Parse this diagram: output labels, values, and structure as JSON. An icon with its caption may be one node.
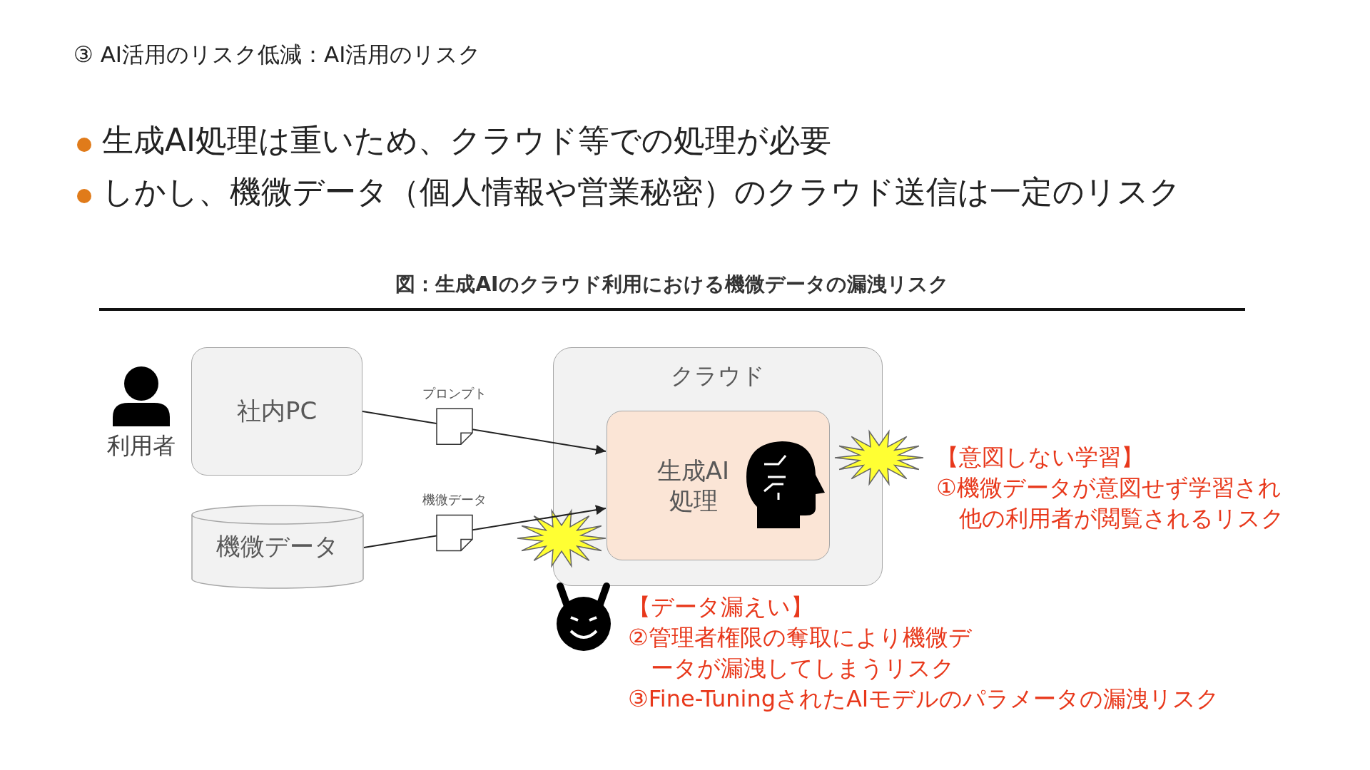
{
  "diagram": {
    "title": "③ AI活用のリスク低減：AI活用のリスク",
    "nodes": [
      {
        "text": [
          "社内PC"
        ]
      },
      {
        "text": [
          "機微データ"
        ]
      },
      {
        "text": [
          "クラウド"
        ]
      },
      {
        "text": [
          "生成AI処理"
        ],
        "in": 2
      }
    ],
    "edges": [
      {
        "from": 0,
        "to": 3,
        "arrow": "to",
        "label": "プロンプト"
      },
      {
        "from": 1,
        "to": 3,
        "arrow": "to",
        "label": "機微データ"
      }
    ],
    "labels": [
      "生成AI処理は重いため、クラウド等での処理が必要",
      "しかし、機微データ（個人情報や営業秘密）のクラウド送信は一定のリスク",
      "図：生成AIのクラウド利用における機微データの漏洩リスク",
      "利用者",
      "【意図しない学習】",
      "①機微データが意図せず学習され他の利用者が閲覧されるリスク",
      "【データ漏えい】",
      "②管理者権限の奪取により機微データが漏洩してしまうリスク",
      "③Fine-TuningされたAIモデルのパラメータの漏洩リスク"
    ]
  }
}
